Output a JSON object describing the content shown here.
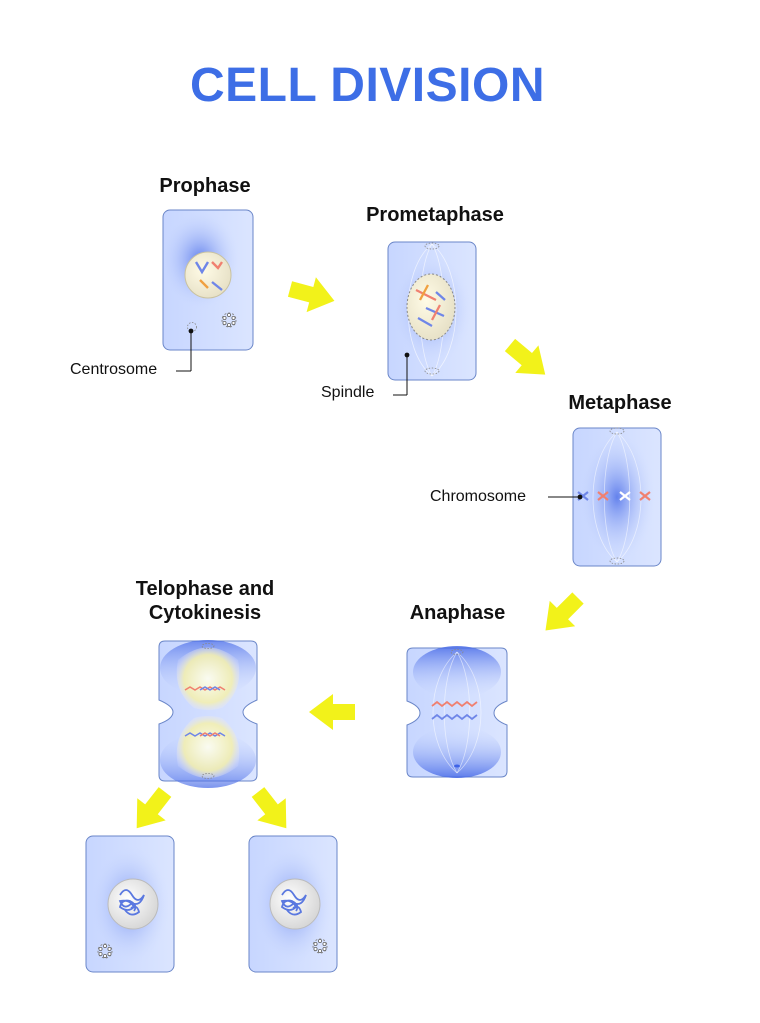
{
  "title": "CELL DIVISION",
  "phases": {
    "prophase": "Prophase",
    "prometaphase": "Prometaphase",
    "metaphase": "Metaphase",
    "anaphase": "Anaphase",
    "telophase_line1": "Telophase and",
    "telophase_line2": "Cytokinesis"
  },
  "labels": {
    "centrosome": "Centrosome",
    "spindle": "Spindle",
    "chromosome": "Chromosome"
  },
  "colors": {
    "title": "#3d6ee6",
    "arrow": "#f2f21a",
    "cell_fill": "#cfdcff",
    "cell_stroke": "#6a86c8",
    "cytoplasm_glow": "#3f63e6",
    "chromatid_blue": "#6f86e8",
    "chromatid_red": "#f08070",
    "chromatid_orange": "#f0a040"
  },
  "icons": {
    "arrow": "yellow-arrow-icon",
    "centrosome": "centrosome-icon",
    "nucleus": "nucleus-icon"
  }
}
